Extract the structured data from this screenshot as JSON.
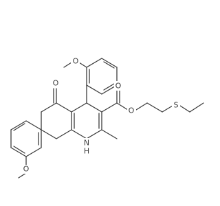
{
  "molecule": {
    "atoms": {
      "o_left_methoxy": "O",
      "o_top_methoxy": "O",
      "s_thioether": "S",
      "o_ketone": "O",
      "o_ester_carbonyl": "O",
      "o_ester_alkoxy": "O",
      "nh_top": "N",
      "nh_bottom": "H"
    }
  },
  "colors": {
    "bond": "#3c3c3c",
    "label": "#3c3c3c",
    "background": "#ffffff"
  }
}
